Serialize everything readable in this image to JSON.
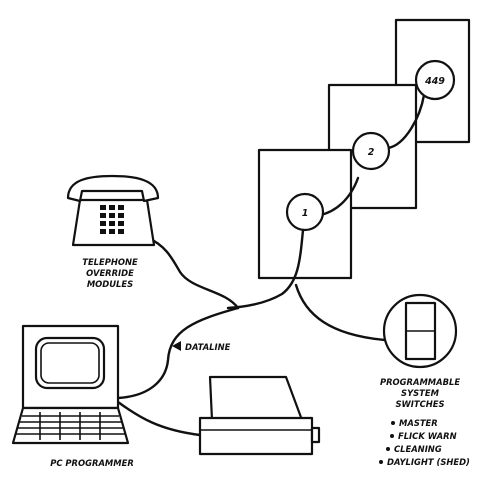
{
  "zones": [
    {
      "id": "zone-1",
      "label": "1"
    },
    {
      "id": "zone-2",
      "label": "2"
    },
    {
      "id": "zone-449",
      "label": "449"
    }
  ],
  "telephone": {
    "label_line1": "TELEPHONE",
    "label_line2": "OVERRIDE",
    "label_line3": "MODULES"
  },
  "dataline": {
    "label": "DATALINE"
  },
  "pc": {
    "label": "PC PROGRAMMER"
  },
  "switches": {
    "label_line1": "PROGRAMMABLE",
    "label_line2": "SYSTEM",
    "label_line3": "SWITCHES",
    "items": [
      "MASTER",
      "FLICK WARN",
      "CLEANING",
      "DAYLIGHT (SHED)"
    ]
  }
}
